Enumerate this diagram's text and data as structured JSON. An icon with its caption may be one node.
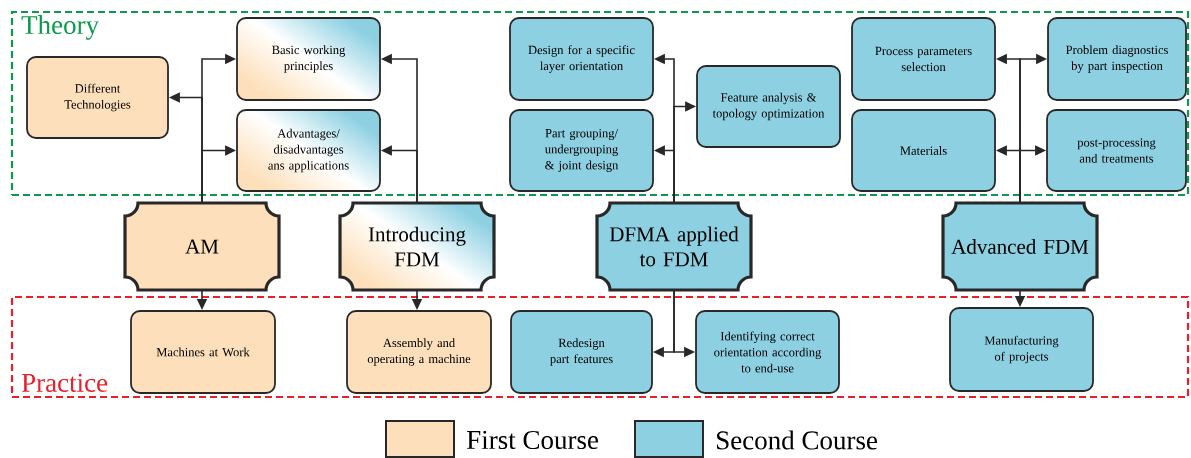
{
  "diagram": {
    "nodes": [
      {
        "text": [
          "Theory"
        ]
      },
      {
        "text": [
          "Different Technologies"
        ],
        "in": 0
      },
      {
        "text": [
          "Basic working principles"
        ],
        "in": 0
      },
      {
        "text": [
          "Advantages/ disadvantages ans applications"
        ],
        "in": 0
      },
      {
        "text": [
          "Design for a specific layer orientation"
        ],
        "in": 0
      },
      {
        "text": [
          "Feature analysis & topology optimization"
        ],
        "in": 0
      },
      {
        "text": [
          "Part grouping/ undergrouping & joint design"
        ],
        "in": 0
      },
      {
        "text": [
          "Process parameters selection"
        ],
        "in": 0
      },
      {
        "text": [
          "Problem diagnostics by part inspection"
        ],
        "in": 0
      },
      {
        "text": [
          "Materials"
        ],
        "in": 0
      },
      {
        "text": [
          "post-processing and treatments"
        ],
        "in": 0
      },
      {
        "text": [
          "AM"
        ]
      },
      {
        "text": [
          "Introducing FDM"
        ]
      },
      {
        "text": [
          "DFMA applied to FDM"
        ]
      },
      {
        "text": [
          "Advanced FDM"
        ]
      },
      {
        "text": [
          "Practice"
        ]
      },
      {
        "text": [
          "Machines at Work"
        ],
        "in": 15
      },
      {
        "text": [
          "Assembly and operating a machine"
        ],
        "in": 15
      },
      {
        "text": [
          "Redesign part features"
        ],
        "in": 15
      },
      {
        "text": [
          "Identifying correct orientation according to end-use"
        ],
        "in": 15
      },
      {
        "text": [
          "Manufacturing of projects"
        ],
        "in": 15
      }
    ],
    "edges": [
      {
        "from": 11,
        "to": 1,
        "arrow": "to"
      },
      {
        "from": 11,
        "to": 2,
        "arrow": "to"
      },
      {
        "from": 11,
        "to": 3,
        "arrow": "to"
      },
      {
        "from": 11,
        "to": 16,
        "arrow": "to"
      },
      {
        "from": 12,
        "to": 2,
        "arrow": "to"
      },
      {
        "from": 12,
        "to": 3,
        "arrow": "to"
      },
      {
        "from": 12,
        "to": 17,
        "arrow": "to"
      },
      {
        "from": 13,
        "to": 4,
        "arrow": "to"
      },
      {
        "from": 13,
        "to": 5,
        "arrow": "to"
      },
      {
        "from": 13,
        "to": 6,
        "arrow": "to"
      },
      {
        "from": 13,
        "to": 18,
        "arrow": "to"
      },
      {
        "from": 13,
        "to": 19,
        "arrow": "to"
      },
      {
        "from": 14,
        "to": 7,
        "arrow": "to"
      },
      {
        "from": 14,
        "to": 8,
        "arrow": "to"
      },
      {
        "from": 14,
        "to": 9,
        "arrow": "to"
      },
      {
        "from": 14,
        "to": 10,
        "arrow": "to"
      },
      {
        "from": 14,
        "to": 20,
        "arrow": "to"
      }
    ],
    "legend": [
      {
        "text": "First Course",
        "color": "#fde0bb"
      },
      {
        "text": "Second Course",
        "color": "#8dd0e2"
      }
    ]
  }
}
